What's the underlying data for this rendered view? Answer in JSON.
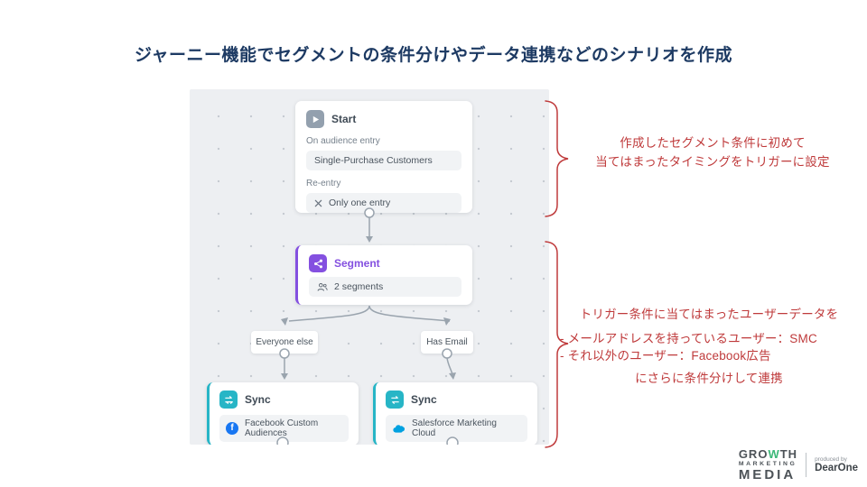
{
  "colors": {
    "title_navy": "#1d3a63",
    "accent_red": "#bf3a3b",
    "segment_purple": "#8450e0",
    "sync_teal": "#27b5c6",
    "facebook_blue": "#1877f2",
    "salesforce_blue": "#00a1e0",
    "logo_green": "#3cb878",
    "canvas_bg": "#edeff2",
    "node_text": "#3f4a55",
    "muted_text": "#76818c",
    "connector_gray": "#9aa4ae"
  },
  "title": "ジャーニー機能でセグメントの条件分けやデータ連携などのシナリオを作成",
  "journey": {
    "start": {
      "title": "Start",
      "entry_label": "On audience entry",
      "entry_value": "Single-Purchase Customers",
      "reentry_label": "Re-entry",
      "reentry_value": "Only one entry"
    },
    "segment": {
      "title": "Segment",
      "count_pill": "2 segments"
    },
    "branches": [
      {
        "label": "Everyone else"
      },
      {
        "label": "Has Email"
      }
    ],
    "syncs": [
      {
        "title": "Sync",
        "destination": "Facebook Custom Audiences"
      },
      {
        "title": "Sync",
        "destination": "Salesforce Marketing Cloud"
      }
    ]
  },
  "annotations": {
    "trigger_note": {
      "line1": "作成したセグメント条件に初めて",
      "line2": "当てはまったタイミングをトリガーに設定"
    },
    "branch_note": {
      "line1": "トリガー条件に当てはまったユーザーデータを",
      "line2": "- メールアドレスを持っているユーザー：SMC",
      "line3": "- それ以外のユーザー：Facebook広告",
      "line4": "にさらに条件分けして連携"
    }
  },
  "footer": {
    "logo": {
      "growth_pre": "GRO",
      "growth_w": "W",
      "growth_post": "TH",
      "line2": "MARKETING",
      "line3": "MEDIA",
      "produced_by": "produced by",
      "producer": "DearOne"
    }
  }
}
